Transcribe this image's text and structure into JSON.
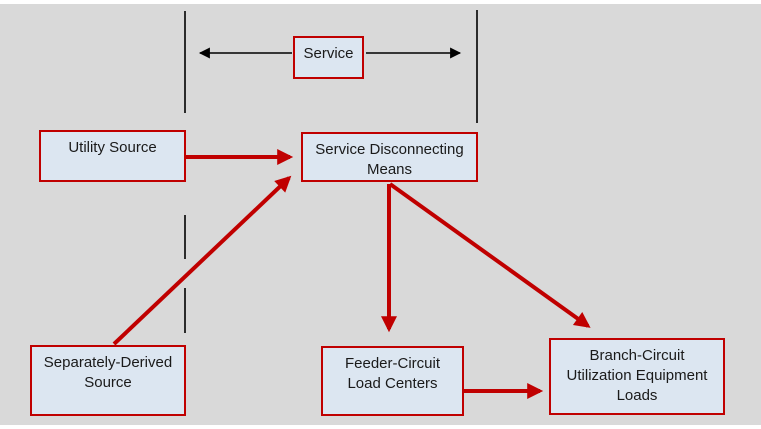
{
  "colors": {
    "page_bg": "#ffffff",
    "canvas_bg": "#d9d9d9",
    "box_fill": "#dce6f1",
    "box_border": "#c00000",
    "arrow_red": "#c00000",
    "line_black": "#000000",
    "text": "#1a1a1a"
  },
  "boxes": {
    "service": "Service",
    "utility_source": "Utility Source",
    "service_disconnecting_means": "Service Disconnecting\nMeans",
    "separately_derived_source": "Separately-Derived\nSource",
    "feeder_circuit_load_centers": "Feeder-Circuit\nLoad Centers",
    "branch_circuit_loads": "Branch-Circuit\nUtilization Equipment\nLoads"
  }
}
